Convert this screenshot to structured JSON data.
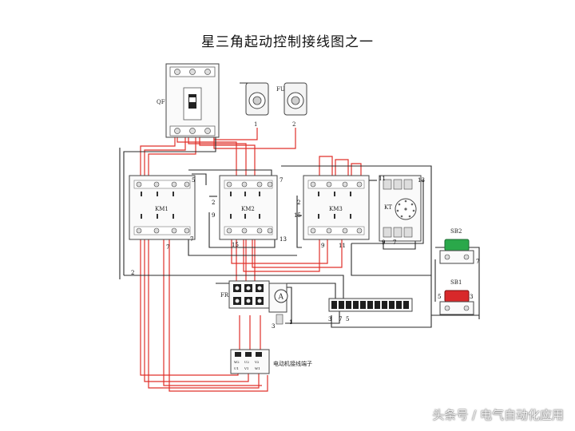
{
  "title": "星三角起动控制接线图之一",
  "watermark": "头条号 / 电气自动化应用",
  "colors": {
    "red_wire": "#e0302a",
    "black_wire": "#2a2a2a",
    "device": "#444444",
    "green_button": "#2aa84a",
    "red_button": "#d8282a"
  },
  "components": {
    "breaker": {
      "label": "QF"
    },
    "fuse": {
      "label": "FU",
      "terminals": [
        "1",
        "2"
      ]
    },
    "contactor_km1": {
      "label": "KM1"
    },
    "contactor_km2": {
      "label": "KM2"
    },
    "contactor_km3": {
      "label": "KM3"
    },
    "timer": {
      "label": "KT"
    },
    "thermal_relay": {
      "label": "FR"
    },
    "ammeter": {
      "label": "A"
    },
    "button_sb2": {
      "label": "SB2"
    },
    "button_sb1": {
      "label": "SB1"
    },
    "motor_terminal": {
      "label": "电动机接线端子",
      "terminals": [
        "W2",
        "U2",
        "V2",
        "U1",
        "V1",
        "W1"
      ]
    }
  },
  "wire_numbers": {
    "km1": [
      "5",
      "7",
      "7",
      "2"
    ],
    "km2": [
      "7",
      "2",
      "9",
      "13",
      "15"
    ],
    "km3": [
      "2",
      "15",
      "9",
      "11"
    ],
    "kt": [
      "11",
      "13",
      "9",
      "7"
    ],
    "fr": [
      "3",
      "1"
    ],
    "terminal_block": [
      "3",
      "7",
      "5"
    ],
    "sb2": [
      "7"
    ],
    "sb1": [
      "5",
      "3"
    ]
  }
}
